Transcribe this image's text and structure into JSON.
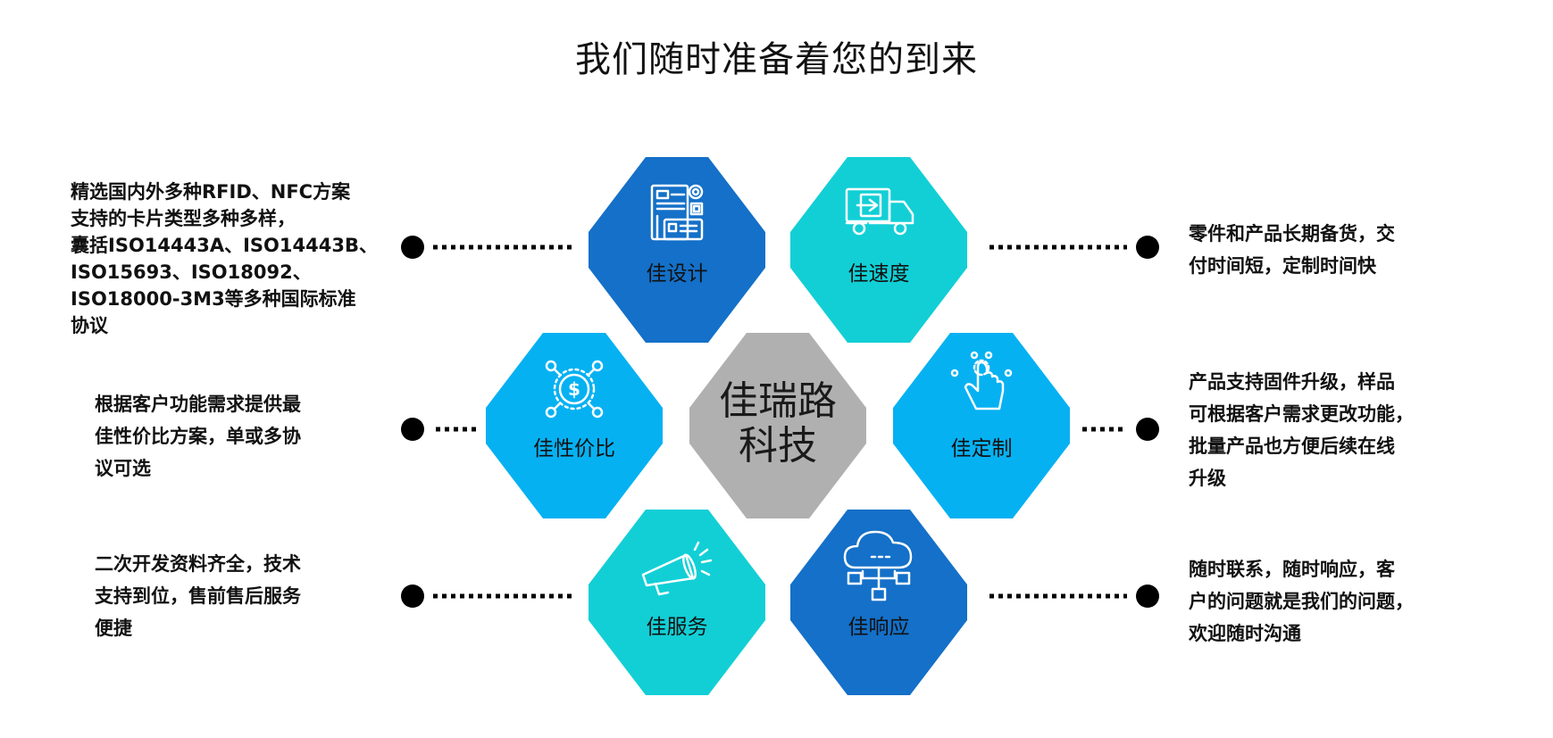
{
  "title": "我们随时准备着您的到来",
  "center": {
    "line1": "佳瑞路",
    "line2": "科技",
    "color": "#b0b0b0"
  },
  "hexagons": [
    {
      "key": "design",
      "label": "佳设计",
      "color": "#1470c8",
      "icon": "design-blueprint-icon"
    },
    {
      "key": "speed",
      "label": "佳速度",
      "color": "#12cfd6",
      "icon": "delivery-truck-icon"
    },
    {
      "key": "value",
      "label": "佳性价比",
      "color": "#06b1f2",
      "icon": "money-network-icon"
    },
    {
      "key": "custom",
      "label": "佳定制",
      "color": "#06b1f2",
      "icon": "touch-hand-icon"
    },
    {
      "key": "service",
      "label": "佳服务",
      "color": "#12cfd6",
      "icon": "megaphone-icon"
    },
    {
      "key": "response",
      "label": "佳响应",
      "color": "#1470c8",
      "icon": "cloud-network-icon"
    }
  ],
  "descriptions": {
    "design": [
      "精选国内外多种RFID、NFC方案",
      "支持的卡片类型多种多样，",
      "囊括ISO14443A、ISO14443B、",
      "ISO15693、ISO18092、",
      "ISO18000-3M3等多种国际标准",
      "协议"
    ],
    "value": [
      "根据客户功能需求提供最",
      "佳性价比方案，单或多协",
      "议可选"
    ],
    "service": [
      "二次开发资料齐全，技术",
      "支持到位，售前售后服务",
      "便捷"
    ],
    "speed": [
      "零件和产品长期备货，交",
      "付时间短，定制时间快"
    ],
    "custom": [
      "产品支持固件升级，样品",
      "可根据客户需求更改功能，",
      "批量产品也方便后续在线",
      "升级"
    ],
    "response": [
      "随时联系，随时响应，客",
      "户的问题就是我们的问题，",
      "欢迎随时沟通"
    ]
  }
}
